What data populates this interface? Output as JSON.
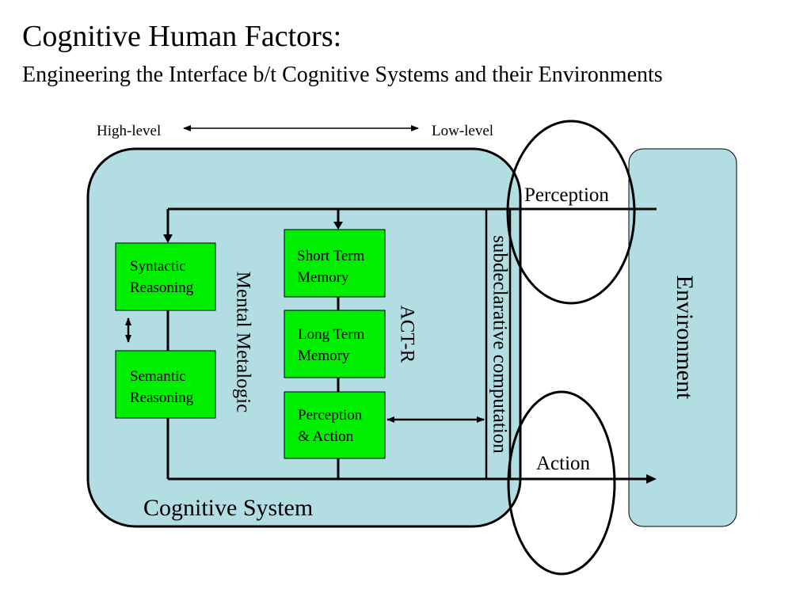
{
  "slide": {
    "title": "Cognitive Human Factors:",
    "subtitle": "Engineering the Interface b/t  Cognitive Systems and their Environments"
  },
  "scale": {
    "left_label": "High-level",
    "right_label": "Low-level"
  },
  "cognitive_system": {
    "label": "Cognitive System",
    "fill": "#b2dde2"
  },
  "environment": {
    "label": "Environment",
    "fill": "#b2dde2"
  },
  "mental_metalogic": {
    "label": "Mental Metalogic",
    "syntactic": [
      "Syntactic",
      "Reasoning"
    ],
    "semantic": [
      "Semantic",
      "Reasoning"
    ]
  },
  "act_r": {
    "label": "ACT-R",
    "short_term": [
      "Short Term",
      "Memory"
    ],
    "long_term": [
      "Long Term",
      "Memory"
    ],
    "perception_action": [
      "Perception",
      "& Action"
    ]
  },
  "subdeclarative": {
    "label": "subdeclarative computation"
  },
  "interfaces": {
    "perception": "Perception",
    "action": "Action"
  },
  "colors": {
    "module_fill": "#00ee00",
    "stroke": "#000000"
  }
}
